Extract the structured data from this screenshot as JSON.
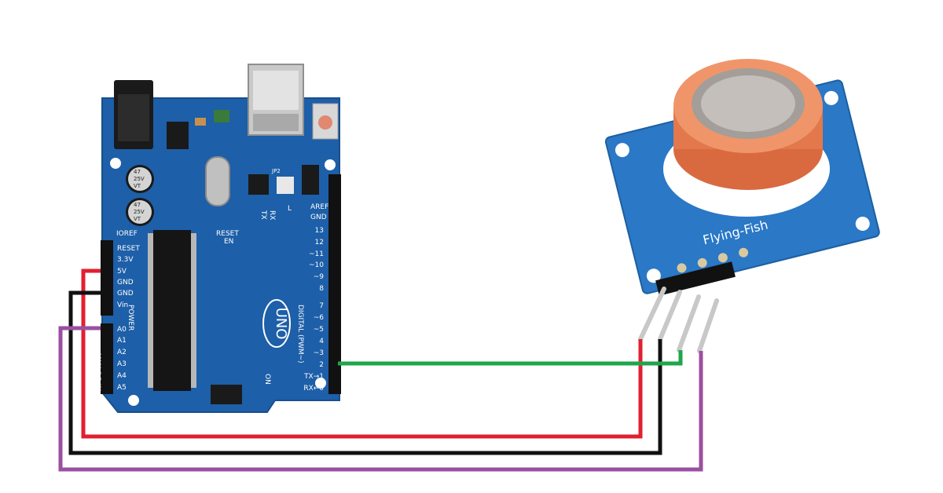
{
  "board": {
    "model": "UNO",
    "cap1": [
      "47",
      "25V",
      "VT"
    ],
    "cap2": [
      "47",
      "25V",
      "VT"
    ],
    "jumper_label": "JP2",
    "aref": "AREF",
    "gnd_top": "GND",
    "ioref": "IOREF",
    "reset_label": "RESET",
    "tx_label": "TX",
    "rx_label": "RX",
    "l_label": "L",
    "on_label": "ON",
    "reset_btn": "RESET",
    "en_label": "EN",
    "power_title": "POWER",
    "analog_title": "ANALOG IN",
    "digital_title": "DIGITAL (PWM~)",
    "power_pins": [
      "RESET",
      "3.3V",
      "5V",
      "GND",
      "GND",
      "Vin"
    ],
    "analog_pins": [
      "A0",
      "A1",
      "A2",
      "A3",
      "A4",
      "A5"
    ],
    "digital_pins_top": [
      "13",
      "12",
      "~11",
      "~10",
      "~9",
      "8"
    ],
    "digital_pins_bottom": [
      "7",
      "~6",
      "~5",
      "4",
      "~3",
      "2",
      "TX→1",
      "RX←0"
    ]
  },
  "sensor": {
    "brand": "Flying-Fish"
  },
  "wires": {
    "vcc": "#e02030",
    "gnd": "#111111",
    "analog": "#9b4fa0",
    "digital": "#1fa64a"
  }
}
